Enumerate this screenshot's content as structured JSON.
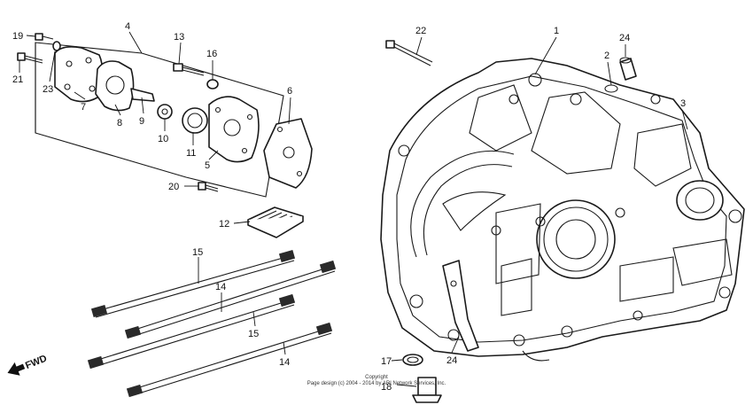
{
  "callouts": [
    "1",
    "2",
    "3",
    "4",
    "5",
    "6",
    "7",
    "8",
    "9",
    "10",
    "11",
    "12",
    "13",
    "14",
    "14",
    "15",
    "15",
    "16",
    "17",
    "18",
    "19",
    "20",
    "21",
    "22",
    "23",
    "24",
    "24"
  ],
  "fwd_label": "FWD",
  "copyright": {
    "line1": "Copyright",
    "line2": "Page design (c) 2004 - 2014 by ARI Network Services, Inc."
  }
}
